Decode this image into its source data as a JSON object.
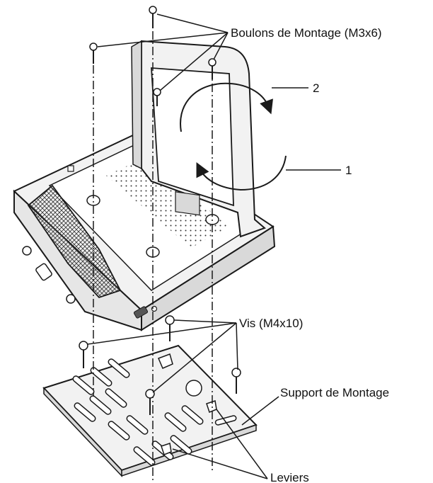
{
  "diagram": {
    "labels": {
      "mounting_bolts": "Boulons de Montage (M3x6)",
      "screws": "Vis (M4x10)",
      "mounting_bracket": "Support de Montage",
      "levers": "Leviers",
      "step_1": "1",
      "step_2": "2"
    },
    "colors": {
      "line": "#1a1a1a",
      "body_fill": "#f2f2f2",
      "shade_fill": "#d9d9d9",
      "background": "#ffffff"
    },
    "icons": [
      "screw-icon",
      "rotation-arrow-icon",
      "leader-line",
      "dash-dot-alignment-line"
    ]
  }
}
